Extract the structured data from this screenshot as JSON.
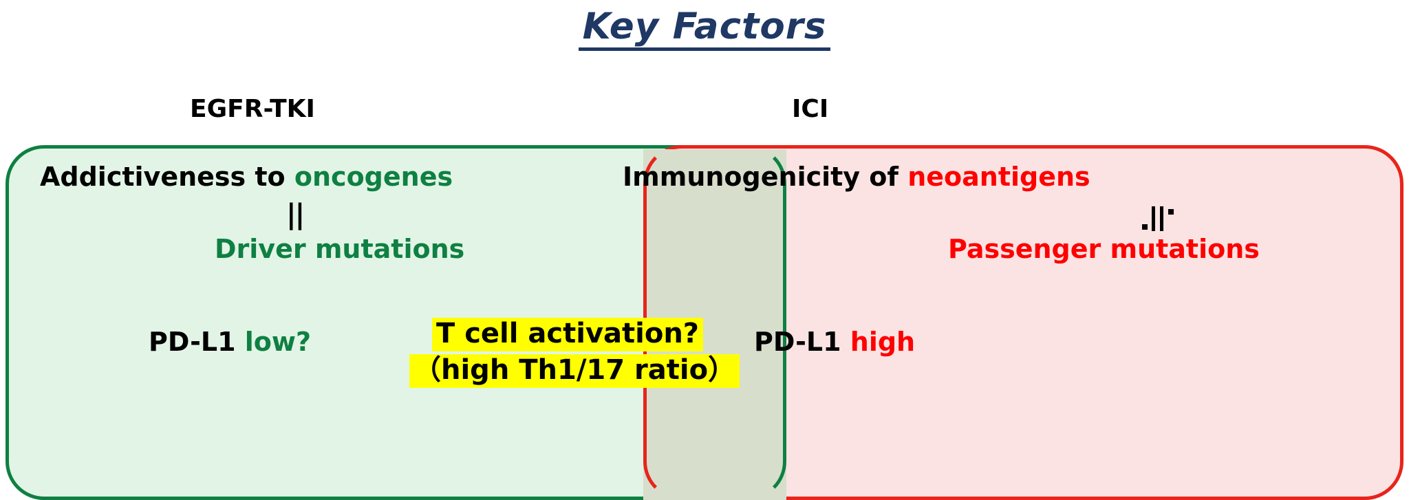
{
  "title": {
    "text": "Key Factors",
    "color": "#1F3864"
  },
  "columns": {
    "left_label": "EGFR-TKI",
    "right_label": "ICI"
  },
  "colors": {
    "green_border": "#0E8042",
    "green_fill": "#E2F4E6",
    "red_border": "#E8241B",
    "red_fill": "#FCE3E3",
    "overlap_fill": "#D7DECC",
    "highlight": "#FFFF00",
    "green_text": "#0E8042",
    "red_text": "#FF0000",
    "black_text": "#000000"
  },
  "left_panel": {
    "line1_black": "Addictiveness to ",
    "line1_green": "oncogenes",
    "equals_symbol": "||",
    "line2_green": "Driver mutations",
    "line3_black": "PD-L1 ",
    "line3_green": "low?"
  },
  "right_panel": {
    "line1_black": "Immunogenicity of ",
    "line1_red": "neoantigens",
    "not_equals_symbol": "·||·",
    "line2_red": "Passenger mutations",
    "line3_black": "PD-L1 ",
    "line3_red": "high"
  },
  "callout": {
    "line1": "T cell activation?",
    "line2": "（high Th1/17 ratio）"
  }
}
